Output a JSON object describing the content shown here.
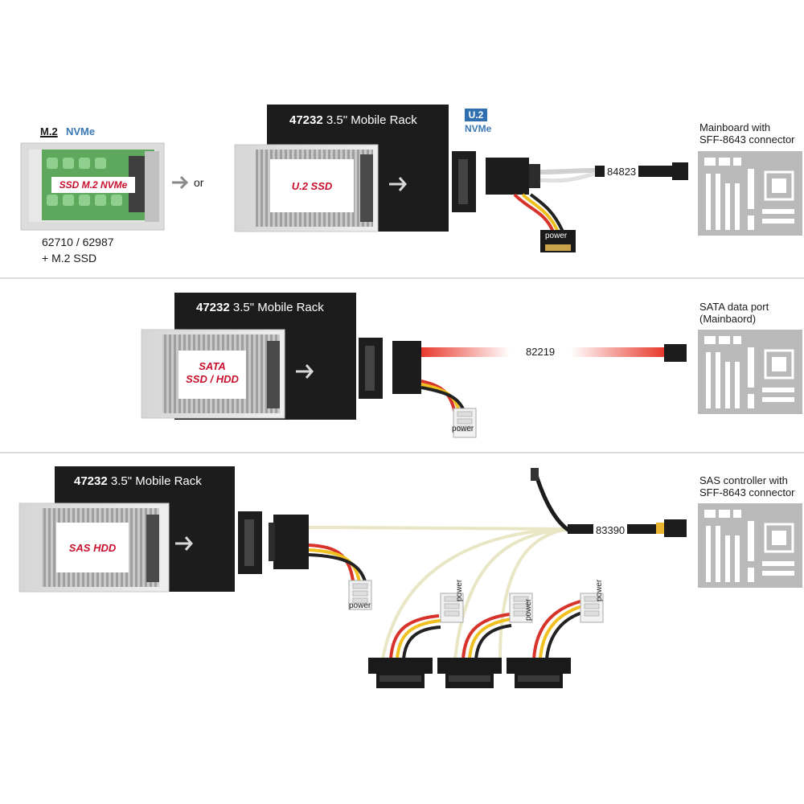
{
  "section_top": {
    "m2_logo": "M.2",
    "nvme_logo": "NVMe",
    "m2_card_label": "SSD M.2 NVMe",
    "or_text": "or",
    "adapter_models": "62710 / 62987",
    "plus_m2": "+ M.2 SSD",
    "rack_model": "47232",
    "rack_name": "3.5\" Mobile Rack",
    "drive_label": "U.2 SSD",
    "u2_logo": "U.2",
    "u2_nvme": "NVMe",
    "power_label": "power",
    "cable_number": "84823",
    "target_line1": "Mainboard with",
    "target_line2": "SFF-8643 connector"
  },
  "section_mid": {
    "rack_model": "47232",
    "rack_name": "3.5\" Mobile Rack",
    "drive_label_line1": "SATA",
    "drive_label_line2": "SSD / HDD",
    "power_label": "power",
    "cable_number": "82219",
    "target_line1": "SATA data port",
    "target_line2": "(Mainbaord)"
  },
  "section_bottom": {
    "rack_model": "47232",
    "rack_name": "3.5\" Mobile Rack",
    "drive_label": "SAS HDD",
    "power_labels": [
      "power",
      "power",
      "power",
      "power"
    ],
    "cable_number": "83390",
    "target_line1": "SAS controller with",
    "target_line2": "SFF-8643 connector"
  },
  "colors": {
    "rack_black": "#1c1c1c",
    "sata_red": "#e8392c",
    "label_red": "#c8102e",
    "nvme_blue": "#3a78b5",
    "board_gray": "#b9b9b9"
  }
}
